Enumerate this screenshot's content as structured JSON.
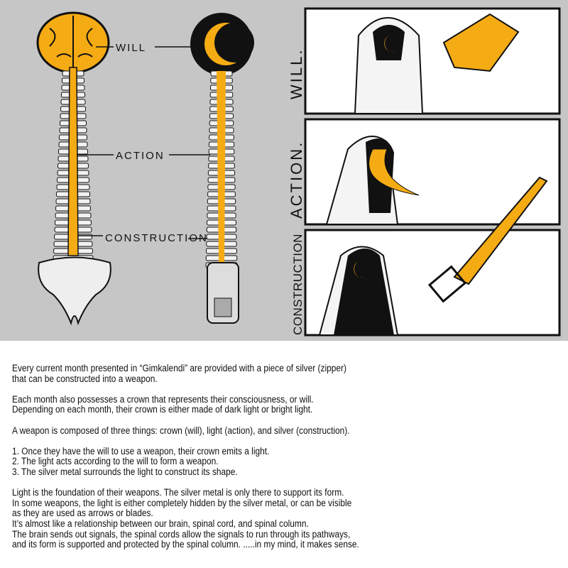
{
  "illustration": {
    "labels": {
      "will": "WILL",
      "action": "ACTION",
      "construction": "CONSTRUCTION"
    },
    "panel_labels": [
      "WILL.",
      "ACTION.",
      "CONSTRUCTION"
    ],
    "colors": {
      "background": "#c6c6c6",
      "light": "#f5ab14",
      "ink": "#111111"
    }
  },
  "text": {
    "p1": [
      "Every current month presented in “Gimkalendi” are provided with a piece of silver (zipper)",
      "that can be constructed into a weapon."
    ],
    "p2": [
      "Each month also possesses a crown that represents their consciousness, or will.",
      "Depending on each month, their crown is either made of dark light or bright light."
    ],
    "p3": [
      "A weapon is composed of three things: crown (will), light (action), and silver (construction)."
    ],
    "p4": [
      "1. Once they have the will to use a weapon, their crown emits a light.",
      "2. The light acts according to the will to form a weapon.",
      "3. The silver metal surrounds the light to construct its shape."
    ],
    "p5": [
      "Light is the foundation of their weapons. The silver metal is only there to support its form.",
      "In some weapons, the light is either completely hidden by the silver metal, or can be visible",
      "as they are used as arrows or blades.",
      "It’s almost like a relationship between our brain, spinal cord, and spinal column.",
      "The brain sends out signals, the spinal cords allow the signals to run through its pathways,",
      "and its form is supported and protected by the spinal column. .....in my mind, it makes sense."
    ]
  }
}
